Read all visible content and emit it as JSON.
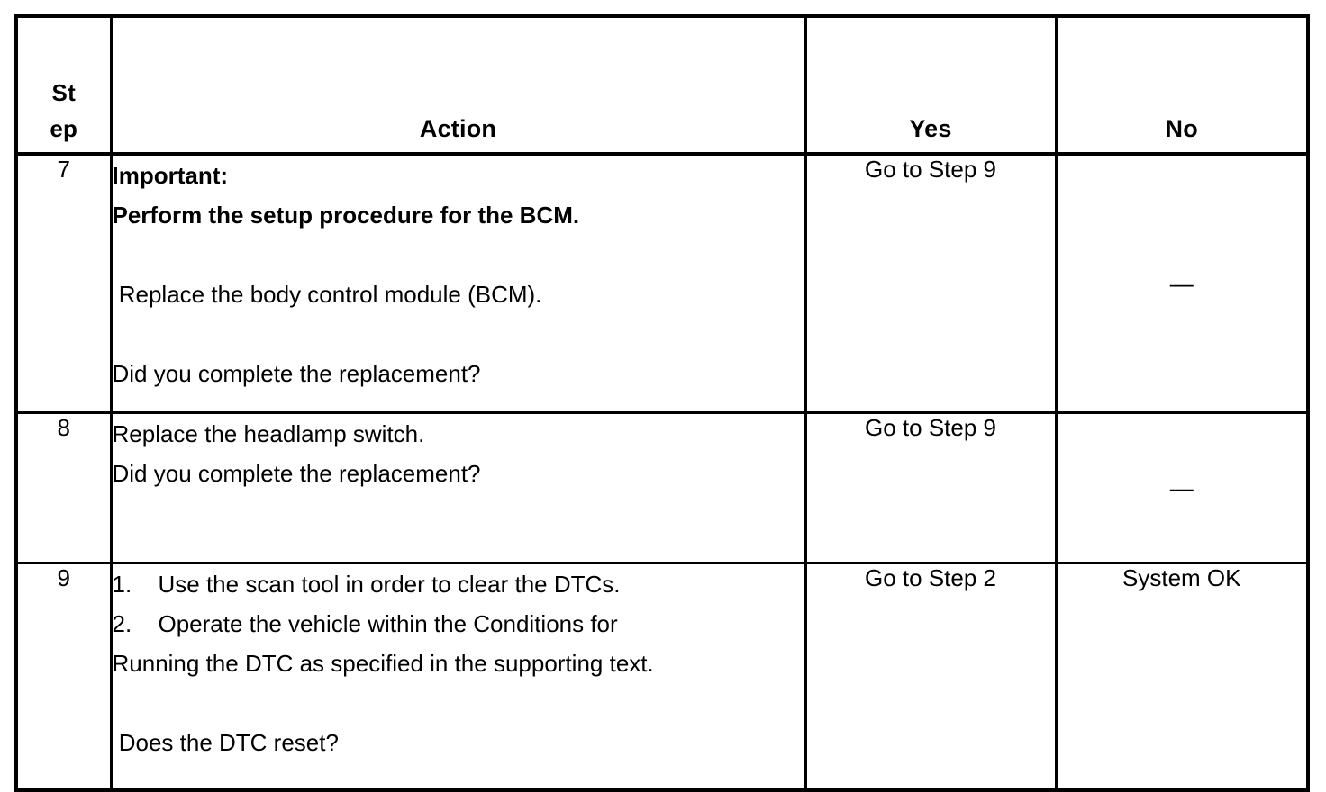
{
  "table": {
    "headers": {
      "step_line1": "St",
      "step_line2": "ep",
      "action": "Action",
      "yes": "Yes",
      "no": "No"
    },
    "rows": [
      {
        "step": "7",
        "action_lines": [
          {
            "text": "Important:",
            "bold": true
          },
          {
            "text": "Perform the setup procedure for the BCM.",
            "bold": true
          },
          {
            "text": "",
            "bold": false
          },
          {
            "text": " Replace the body control module (BCM).",
            "bold": false
          },
          {
            "text": "",
            "bold": false
          },
          {
            "text": "Did you complete the replacement?",
            "bold": false
          }
        ],
        "yes": "Go to Step 9",
        "no": "—"
      },
      {
        "step": "8",
        "action_lines": [
          {
            "text": "Replace the headlamp switch.",
            "bold": false
          },
          {
            "text": "Did you complete the replacement?",
            "bold": false
          }
        ],
        "yes": "Go to Step 9",
        "no": "—"
      },
      {
        "step": "9",
        "action_numbered": [
          {
            "num": "1.",
            "text": "Use the scan tool in order to clear the DTCs."
          },
          {
            "num": "2.",
            "text": "Operate the vehicle within the Conditions for"
          }
        ],
        "action_lines": [
          {
            "text": "Running the DTC as specified in the supporting text.",
            "bold": false
          },
          {
            "text": "",
            "bold": false
          },
          {
            "text": " Does the DTC reset?",
            "bold": false
          }
        ],
        "yes": "Go to Step 2",
        "no": "System OK"
      }
    ]
  },
  "colors": {
    "border": "#000000",
    "text": "#000000",
    "background": "#ffffff"
  }
}
